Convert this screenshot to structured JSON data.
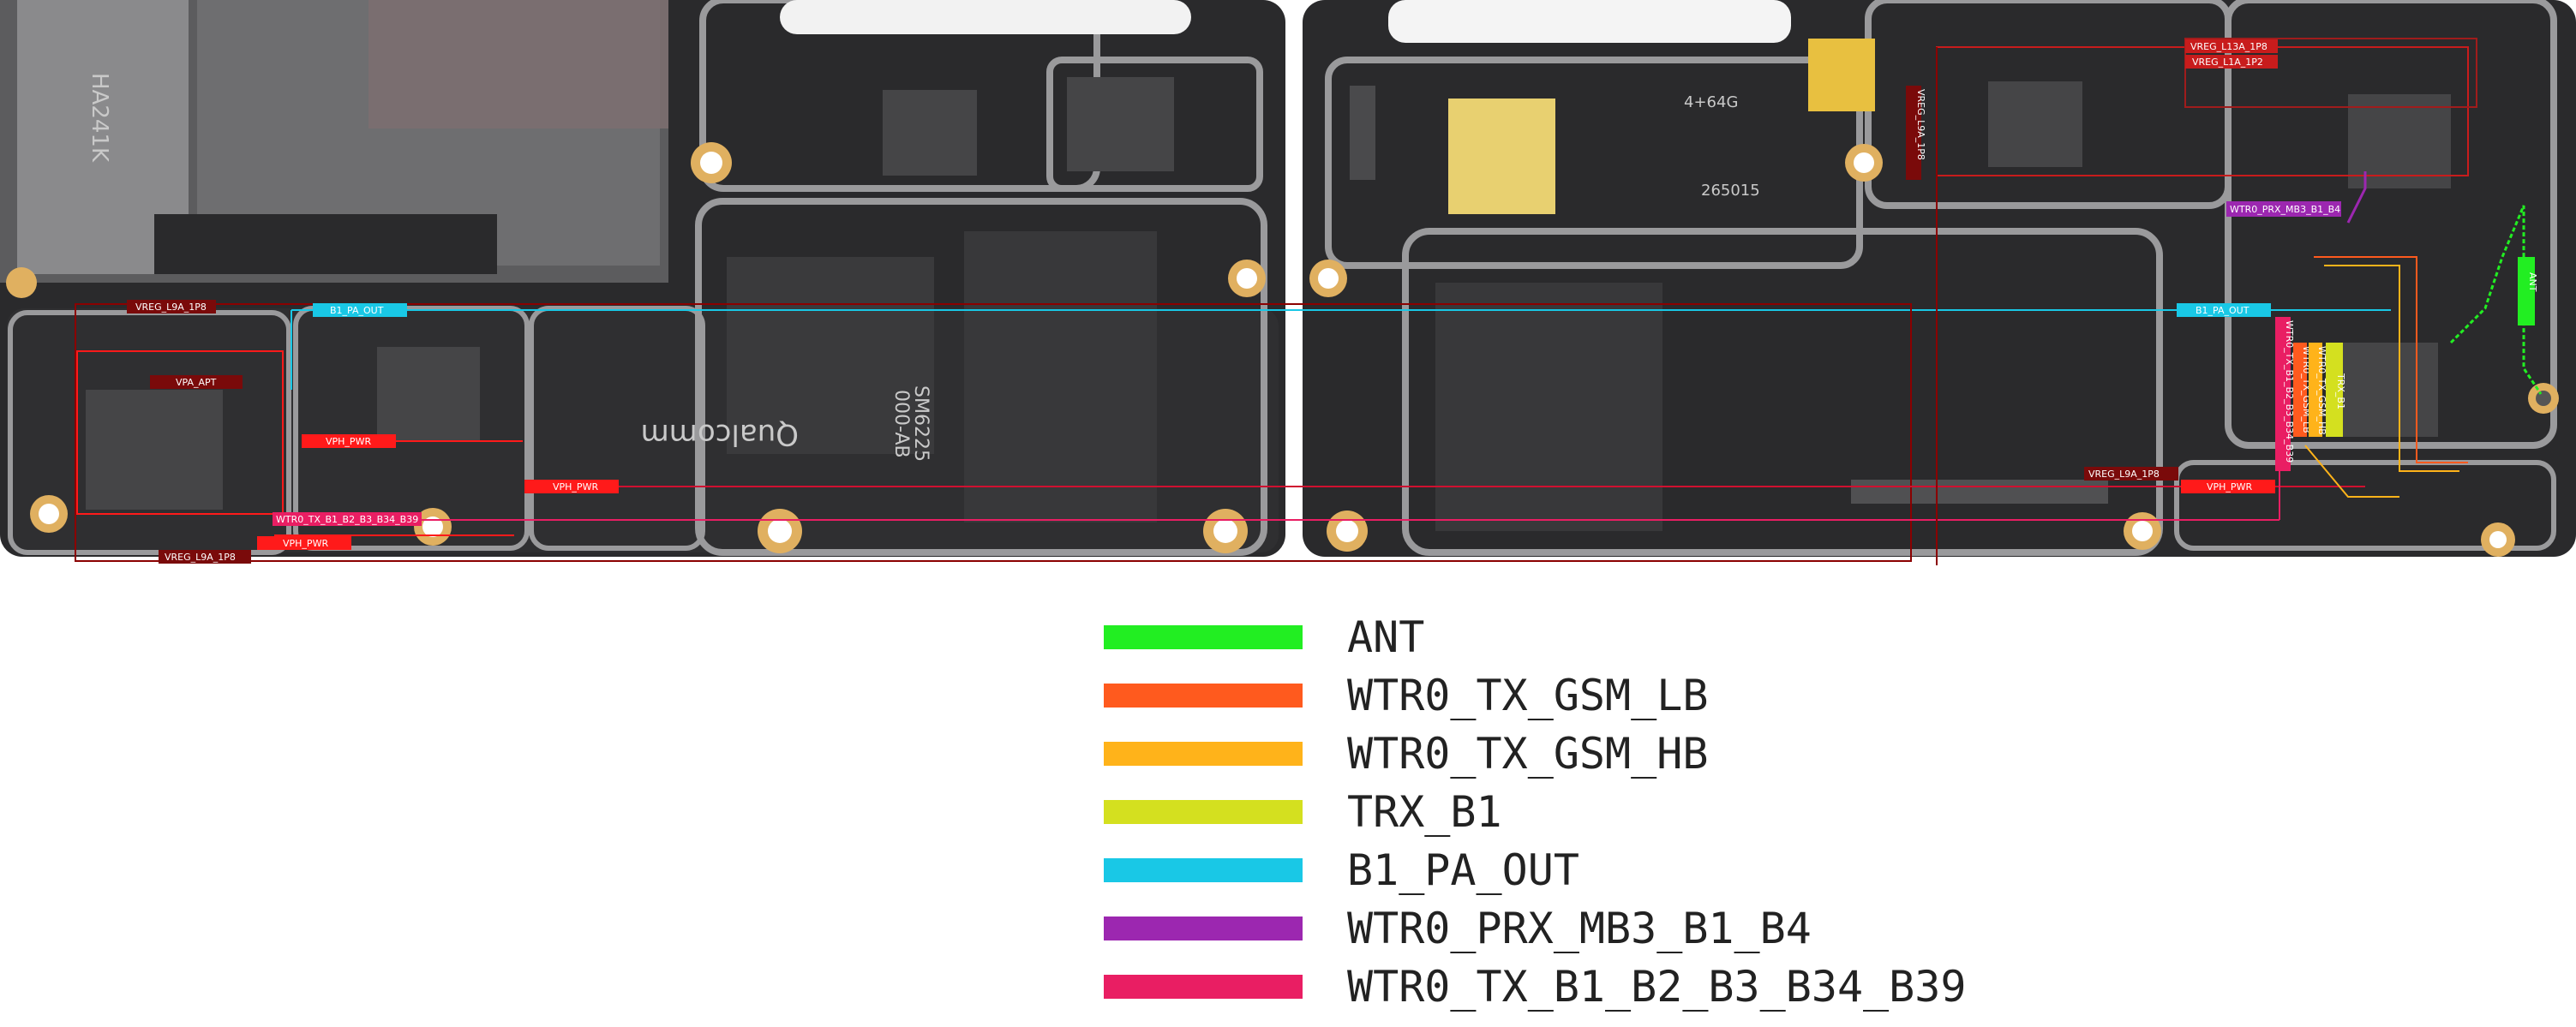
{
  "legend": [
    {
      "label": "ANT",
      "color": "#22ee22"
    },
    {
      "label": "WTR0_TX_GSM_LB",
      "color": "#ff5a1e"
    },
    {
      "label": "WTR0_TX_GSM_HB",
      "color": "#ffb31a"
    },
    {
      "label": "TRX_B1",
      "color": "#d4e01f"
    },
    {
      "label": "B1_PA_OUT",
      "color": "#19c8e6"
    },
    {
      "label": "WTR0_PRX_MB3_B1_B4",
      "color": "#9c27b0"
    },
    {
      "label": "WTR0_TX_B1_B2_B3_B34_B39",
      "color": "#e91e63"
    }
  ],
  "board": {
    "tags": {
      "vreg_l9a_top": "VREG_L9A_1P8",
      "vpa_apt": "VPA_APT",
      "b1_pa_out_left": "B1_PA_OUT",
      "vph_pwr_1": "VPH_PWR",
      "vph_pwr_2": "VPH_PWR",
      "wtr0_tx_left": "WTR0_TX_B1_B2_B3_B34_B39",
      "vph_pwr_3": "VPH_PWR",
      "vreg_l9a_bottom": "VREG_L9A_1P8",
      "vreg_l13a": "VREG_L13A_1P8",
      "vreg_l1a": "VREG_L1A_1P2",
      "vreg_l9a_vert": "VREG_L9A_1P8",
      "wtr0_prx_right": "WTR0_PRX_MB3_B1_B4",
      "b1_pa_out_right": "B1_PA_OUT",
      "wtr0_tx_vert": "WTR0_TX_B1_B2_B3_B34_B39",
      "wtr0_tx_gsm_lb_vert": "WTR0_TX_GSM_LB",
      "wtr0_tx_gsm_hb_vert": "WTR0_TX_GSM_HB",
      "trx_b1_vert": "TRX_B1",
      "vreg_l9a_right": "VREG_L9A_1P8",
      "vph_pwr_right": "VPH_PWR",
      "ant": "ANT"
    },
    "silkscreen": {
      "chip_left": "HA241K",
      "mem": "4+64G",
      "code": "265015",
      "soc_brand": "Qualcomm",
      "soc_part": "SM6225",
      "soc_sub": "000-AB"
    }
  }
}
